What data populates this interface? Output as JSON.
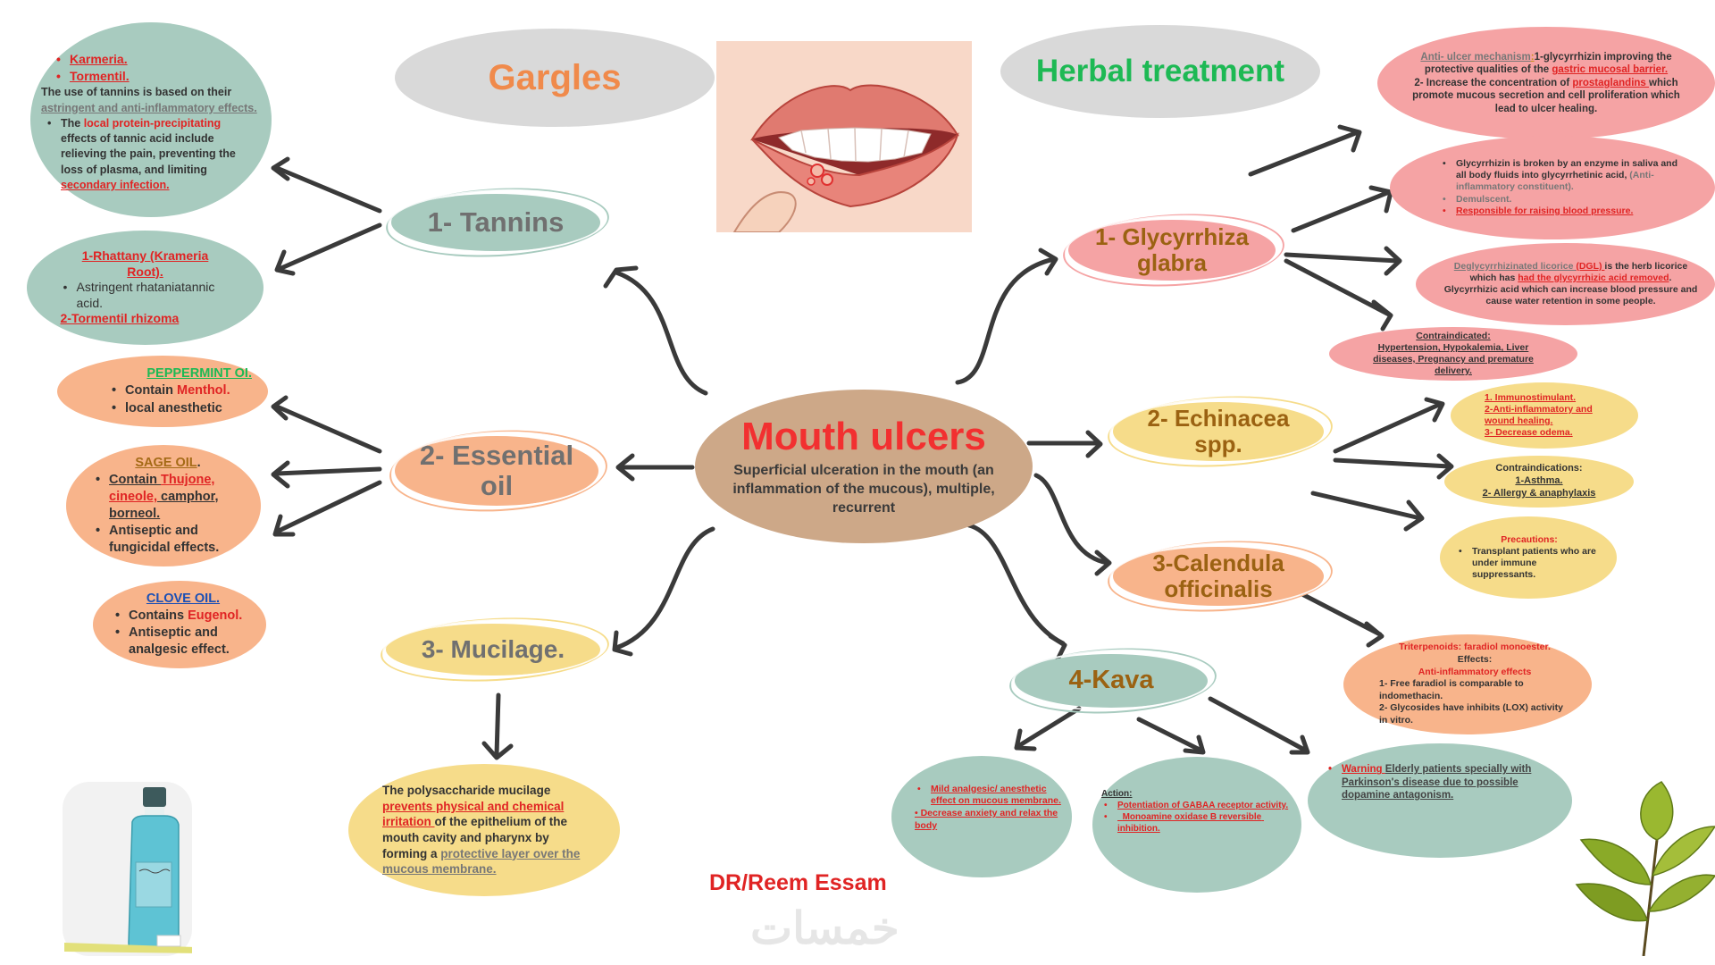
{
  "headers": {
    "gargles": "Gargles",
    "herbal": "Herbal treatment"
  },
  "colors": {
    "gargles_text": "#f08a4b",
    "herbal_text": "#1db954",
    "title_red": "#f23030",
    "branch_gray": "#707070",
    "branch_brown": "#9b6212",
    "sage": "#a8cbbf",
    "peach": "#f8b48b",
    "pink": "#f5a3a4",
    "yellow": "#f6dc8a",
    "tan": "#cda888"
  },
  "center": {
    "title": "Mouth ulcers",
    "description": "Superficial ulceration in the mouth (an inflammation of the mucous), multiple, recurrent"
  },
  "gargles": {
    "tannins": {
      "label": "1- Tannins",
      "info1": {
        "bullets": [
          "Karmeria.",
          "Tormentil."
        ],
        "text_prefix": "The use of tannins  is based on their ",
        "text_link": "astringent and anti-inflammatory effects.",
        "bullet2_a": "The ",
        "bullet2_red": "local protein-precipitating",
        "bullet2_b": " effects of tannic acid include relieving the pain, preventing the loss of plasma, and limiting ",
        "bullet2_link": "secondary infection."
      },
      "info2": {
        "title": "1-Rhattany (Krameria Root).",
        "bullet": "Astringent rhataniatannic acid.",
        "title2": "2-Tormentil rhizoma"
      }
    },
    "essential_oil": {
      "label": "2- Essential oil",
      "peppermint": {
        "title": "PEPPERMINT OI.",
        "b1_prefix": "Contain ",
        "b1_red": "Menthol.",
        "b2": "local anesthetic"
      },
      "sage": {
        "title": "SAGE OIL",
        "title_suffix": ".",
        "b1_prefix": "Contain ",
        "b1_red1": "Thujone,",
        "b1_red2": "cineole,",
        "b1_rest1": " camphor",
        "b1_rest2": ",",
        "b1_rest3": "borneol.",
        "b2": "Antiseptic and fungicidal effects."
      },
      "clove": {
        "title": "CLOVE OIL.",
        "b1_prefix": "Contains ",
        "b1_red": "Eugenol.",
        "b2": "Antiseptic and analgesic effect."
      }
    },
    "mucilage": {
      "label": "3- Mucilage.",
      "text_a": "The polysaccharide mucilage ",
      "text_red": "prevents physical and chemical irritation ",
      "text_b": "of the epithelium of the mouth cavity and pharynx by forming a ",
      "text_link": "protective layer over the mucous membrane."
    }
  },
  "herbal": {
    "glycyrrhiza": {
      "label": "1- Glycyrrhiza glabra",
      "mechanism": {
        "link": "Anti- ulcer mechanism",
        "colon": ":",
        "a": "1-glycyrrhizin improving the protective qualities of the ",
        "red1": "gastric mucosal barrier.",
        "b": "2- Increase the concentration of ",
        "red2": "prostaglandins ",
        "c": "which promote mucous secretion and cell proliferation which lead to ulcer healing."
      },
      "constituent": {
        "b1": "Glycyrrhizin is broken by an enzyme in saliva and all body fluids into glycyrrhetinic acid,  ",
        "b1_gray": "(Anti-inflammatory constituent).",
        "b2": "Demulscent.",
        "b3": " Responsible for raising blood pressure."
      },
      "dgl": {
        "link": "Deglycyrrhizinated licorice ",
        "red1": "(DGL) ",
        "a": "is the herb licorice which has ",
        "red2": "had the glycyrrhizic acid removed",
        "b": ". Glycyrrhizic acid  which can increase blood pressure and cause water retention in some people."
      },
      "contra": {
        "title": "Contraindicated:",
        "text": "Hypertension, Hypokalemia, Liver diseases, Pregnancy and premature delivery."
      }
    },
    "echinacea": {
      "label": "2- Echinacea spp.",
      "uses": [
        "1. Immunostimulant.",
        "2-Anti-inflammatory and wound healing.",
        "3- Decrease odema."
      ],
      "contra_title": "Contraindications:",
      "contra_items": [
        "1-Asthma.",
        "2- Allergy & anaphylaxis"
      ],
      "precautions_title": "Precautions:",
      "precautions_text": "Transplant patients who are under immune suppressants."
    },
    "calendula": {
      "label": "3-Calendula officinalis",
      "line1": "Triterpenoids: faradiol monoester.",
      "line2": "Effects:",
      "line3": "Anti-inflammatory effects",
      "line4": "1- Free faradiol is comparable to indomethacin.",
      "line5": "2- Glycosides have inhibits (LOX) activity in vitro."
    },
    "kava": {
      "label": "4-Kava",
      "effects": [
        "Mild analgesic/ anesthetic effect on mucous membrane.",
        "• Decrease anxiety and relax the body"
      ],
      "action_title": "Action:",
      "action_items": [
        "Potentiation of GABAA receptor activity.",
        "  Monoamine oxidase B reversible inhibition."
      ],
      "warning_red": "Warning ",
      "warning_text": "Elderly patients specially with Parkinson's disease due to possible dopamine antagonism."
    }
  },
  "author": "DR/Reem Essam",
  "watermark": "خمسات",
  "images": {
    "mouth": "mouth-ulcer-illustration",
    "mouthwash": "mouthwash-bottle-illustration",
    "leaf": "leaf-illustration"
  }
}
